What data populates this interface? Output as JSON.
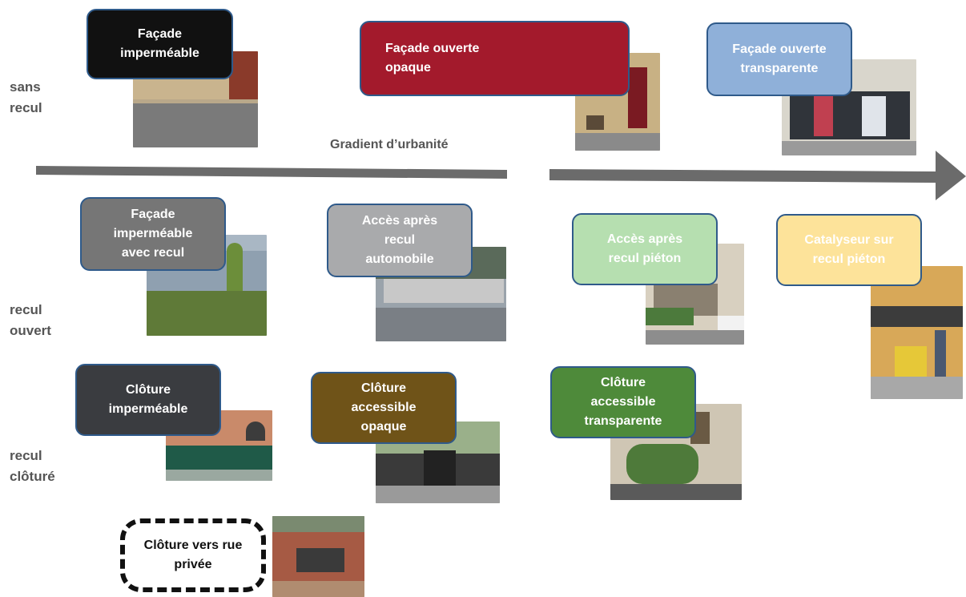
{
  "row_labels": {
    "sans_recul": [
      "sans",
      "recul"
    ],
    "recul_ouvert": [
      "recul",
      "ouvert"
    ],
    "recul_cloture": [
      "recul",
      "clôturé"
    ]
  },
  "axis": {
    "label": "Gradient d’urbanité"
  },
  "boxes": {
    "facade_impermeable": "Façade\nimperméable",
    "facade_ouverte_opaque": "Façade ouverte\nopaque",
    "facade_ouverte_transparente": "Façade ouverte\ntransparente",
    "facade_impermeable_recul": "Façade\nimperméable\navec recul",
    "acces_recul_automobile": "Accès après\nrecul\nautomobile",
    "acces_recul_pieton": "Accès après\nrecul piéton",
    "catalyseur_recul_pieton": "Catalyseur sur\nrecul piéton",
    "cloture_impermeable": "Clôture\nimperméable",
    "cloture_accessible_opaque": "Clôture\naccessible\nopaque",
    "cloture_accessible_transparente": "Clôture\naccessible\ntransparente",
    "cloture_rue_privee": "Clôture vers rue\nprivée"
  },
  "colors": {
    "facade_impermeable": "#111111",
    "facade_ouverte_opaque": "#a31a2c",
    "facade_ouverte_transparente": "#8fb0d9",
    "facade_impermeable_recul": "#767676",
    "acces_recul_automobile": "#a9aaac",
    "acces_recul_pieton": "#b6dfb0",
    "catalyseur_recul_pieton": "#fde39a",
    "cloture_impermeable": "#3a3c40",
    "cloture_accessible_opaque": "#6f5318",
    "cloture_accessible_transparente": "#4e8a3a",
    "arrow": "#6b6b6b"
  }
}
